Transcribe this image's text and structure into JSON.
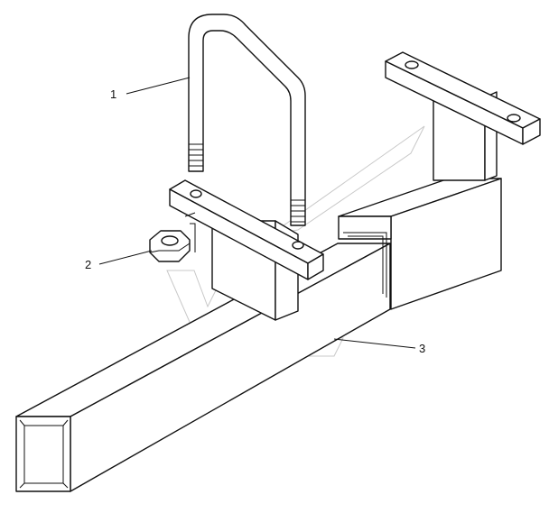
{
  "callouts": [
    {
      "id": "1",
      "text": "1"
    },
    {
      "id": "2",
      "text": "2"
    },
    {
      "id": "3",
      "text": "3"
    }
  ],
  "colors": {
    "line": "#111111",
    "background": "#ffffff",
    "watermark": "#9a9a9a"
  }
}
